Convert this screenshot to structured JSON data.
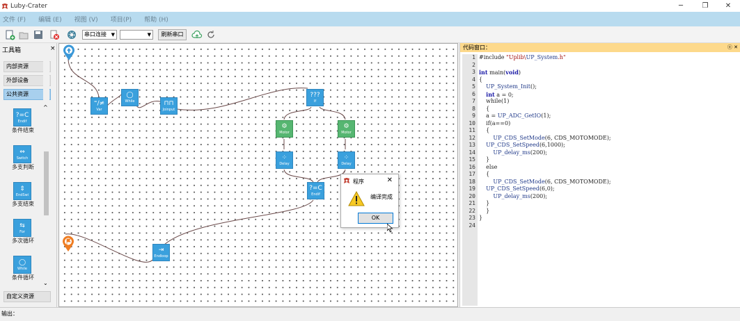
{
  "window": {
    "title": "Luby-Crater",
    "minimize": "─",
    "restore": "❐",
    "close": "✕"
  },
  "menu": [
    "文件 (F)",
    "编辑 (E)",
    "视图 (V)",
    "项目(P)",
    "帮助 (H)"
  ],
  "toolbar": {
    "port_label": "串口连接",
    "port_value": "",
    "refresh_label": "刷新串口"
  },
  "toolbox": {
    "title": "工具箱",
    "close": "×",
    "categories": [
      "内部资源",
      "外部设备",
      "公共资源"
    ],
    "blocks": [
      {
        "glyph": "?=C",
        "label": "Endif",
        "caption": "条件结束"
      },
      {
        "glyph": "⇔",
        "label": "Switch",
        "caption": "多支判断"
      },
      {
        "glyph": "⇕",
        "label": "EndSwi",
        "caption": "多支结束"
      },
      {
        "glyph": "⇆",
        "label": "For",
        "caption": "多次循环"
      },
      {
        "glyph": "◯",
        "label": "While",
        "caption": "条件循环"
      }
    ],
    "custom_label": "自定义资源"
  },
  "canvas": {
    "nodes": [
      {
        "id": "var",
        "label": "Var",
        "glyph": "⁼/≠",
        "color": "blue"
      },
      {
        "id": "while",
        "label": "While",
        "glyph": "◯",
        "color": "blue"
      },
      {
        "id": "joinput",
        "label": "Joinput",
        "glyph": "⊓⊓",
        "color": "blue"
      },
      {
        "id": "if",
        "label": "If",
        "glyph": "???",
        "color": "blue"
      },
      {
        "id": "motor1",
        "label": "Motor",
        "glyph": "⚙",
        "color": "green"
      },
      {
        "id": "motor2",
        "label": "Motor",
        "glyph": "⚙",
        "color": "green"
      },
      {
        "id": "delay1",
        "label": "Delay",
        "glyph": "⁘",
        "color": "blue"
      },
      {
        "id": "delay2",
        "label": "Delay",
        "glyph": "⁘",
        "color": "blue"
      },
      {
        "id": "endif",
        "label": "Endif",
        "glyph": "?=C",
        "color": "blue"
      },
      {
        "id": "endloop",
        "label": "Endloop",
        "glyph": "⇥",
        "color": "blue"
      }
    ]
  },
  "code": {
    "header": "代码窗口：",
    "header_controls": "ⓔ ✕",
    "lines": [
      "#include \"Uplib\\UP_System.h\"",
      "",
      "int main(void)",
      "{",
      "    UP_System_Init();",
      "    int a = 0;",
      "    while(1)",
      "    {",
      "    a = UP_ADC_GetIO(1);",
      "    if(a==0)",
      "    {",
      "        UP_CDS_SetMode(6, CDS_MOTOMODE);",
      "    UP_CDS_SetSpeed(6,1000);",
      "        UP_delay_ms(200);",
      "    }",
      "    else",
      "    {",
      "        UP_CDS_SetMode(6, CDS_MOTOMODE);",
      "    UP_CDS_SetSpeed(6,0);",
      "        UP_delay_ms(200);",
      "    }",
      "    }",
      "}",
      ""
    ]
  },
  "dialog": {
    "title": "程序",
    "message": "编译完成",
    "ok_label": "OK",
    "close": "✕"
  },
  "output": {
    "label": "输出："
  }
}
